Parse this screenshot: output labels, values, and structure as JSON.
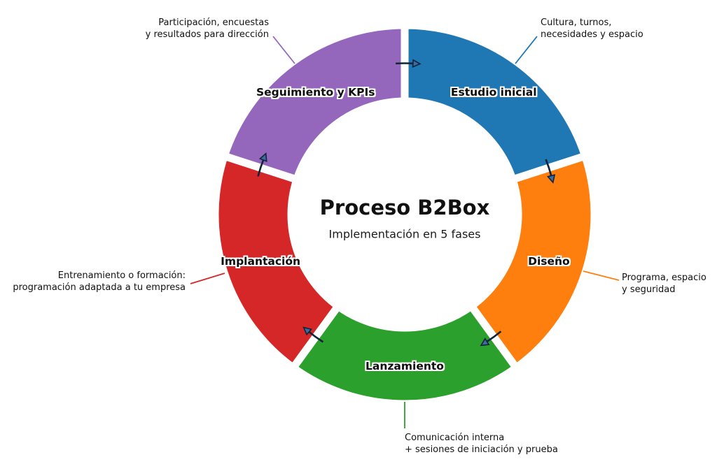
{
  "title": "Proceso B2Box",
  "subtitle": "Implementación en 5 fases",
  "chart_data": {
    "type": "donut-process",
    "order": "clockwise",
    "start": "top",
    "segment_angle_deg": 72,
    "phases": [
      {
        "label": "Estudio inicial",
        "color": "#1f77b4",
        "annotation_lines": [
          "Cultura, turnos,",
          "necesidades y espacio"
        ]
      },
      {
        "label": "Diseño",
        "color": "#ff7f0e",
        "annotation_lines": [
          "Programa, espacio",
          "y seguridad"
        ]
      },
      {
        "label": "Lanzamiento",
        "color": "#2ca02c",
        "annotation_lines": [
          "Comunicación interna",
          "+ sesiones de iniciación y prueba"
        ]
      },
      {
        "label": "Implantación",
        "color": "#d62728",
        "annotation_lines": [
          "Entrenamiento o formación:",
          "programación adaptada a tu empresa"
        ]
      },
      {
        "label": "Seguimiento y KPIs",
        "color": "#9467bd",
        "annotation_lines": [
          "Participación, encuestas",
          "y resultados para dirección"
        ]
      }
    ],
    "arrow_stroke_color": "#13233a",
    "arrow_head_fill": "#3c6da0",
    "background_color": "#ffffff",
    "label_text_color": "#0d0d0d",
    "label_halo_color": "#ffffff"
  }
}
